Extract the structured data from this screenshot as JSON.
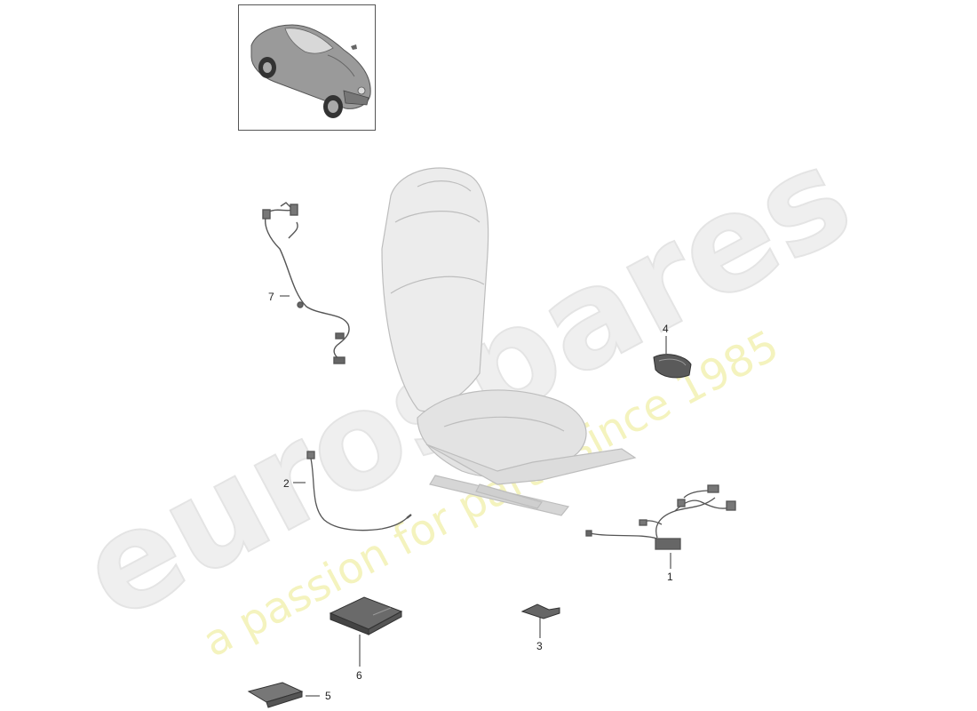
{
  "watermark": {
    "logo": "eurospares",
    "tagline": "a passion for parts since 1985"
  },
  "thumbnail": {
    "icon": "car-icon"
  },
  "callouts": [
    {
      "id": "1",
      "label": "1"
    },
    {
      "id": "2",
      "label": "2"
    },
    {
      "id": "3",
      "label": "3"
    },
    {
      "id": "4",
      "label": "4"
    },
    {
      "id": "5",
      "label": "5"
    },
    {
      "id": "6",
      "label": "6"
    },
    {
      "id": "7",
      "label": "7"
    }
  ],
  "colors": {
    "line": "#333333",
    "part_dark": "#555555",
    "seat_light": "#e6e6e6",
    "watermark_yellow": "#f3f2b8"
  }
}
